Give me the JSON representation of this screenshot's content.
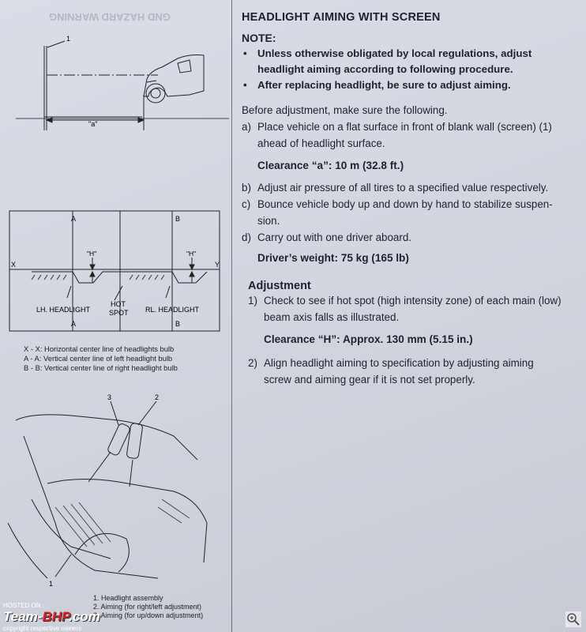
{
  "right": {
    "title": "HEADLIGHT AIMING WITH SCREEN",
    "note_heading": "NOTE:",
    "notes": [
      [
        "Unless otherwise obligated by local regulations, adjust",
        "headlight aiming according to following procedure."
      ],
      [
        "After replacing headlight, be sure to adjust aiming."
      ]
    ],
    "before": "Before adjustment, make sure the following.",
    "steps_a": {
      "label": "a)",
      "lines": [
        "Place vehicle on a flat surface in front of blank wall (screen) (1)",
        "ahead of headlight surface."
      ],
      "spec": "Clearance “a”: 10 m (32.8 ft.)"
    },
    "steps_bcd": [
      {
        "label": "b)",
        "lines": [
          "Adjust air pressure of all tires to a specified value respectively."
        ]
      },
      {
        "label": "c)",
        "lines": [
          "Bounce vehicle body up and down by hand to stabilize suspen-",
          "sion."
        ]
      },
      {
        "label": "d)",
        "lines": [
          "Carry out with one driver aboard."
        ]
      }
    ],
    "driver_spec": "Driver’s weight: 75 kg (165 lb)",
    "adjustment_heading": "Adjustment",
    "adj1": {
      "label": "1)",
      "lines": [
        "Check to see if hot spot (high intensity zone) of each main (low)",
        "beam axis falls as illustrated."
      ],
      "spec": "Clearance “H”: Approx. 130 mm (5.15 in.)"
    },
    "adj2": {
      "label": "2)",
      "lines": [
        "Align headlight aiming to specification by adjusting aiming",
        "screw and aiming gear if it is not set properly."
      ]
    }
  },
  "fig1": {
    "callout_1": "1",
    "dimension_a": "\"a\""
  },
  "fig2": {
    "A": "A",
    "B": "B",
    "H_left": "\"H\"",
    "H_right": "\"H\"",
    "X": "X",
    "Y": "Y",
    "lh": "LH. HEADLIGHT",
    "hot1": "HOT",
    "hot2": "SPOT",
    "rh": "RL. HEADLIGHT"
  },
  "legend": [
    "X - X: Horizontal center line of headlights bulb",
    "A - A: Vertical center line of left headlight bulb",
    "B - B: Vertical center line of right headlight bulb"
  ],
  "fig3": {
    "callout_3": "3",
    "callout_2": "2",
    "callout_1": "1",
    "captions": [
      "1. Headlight assembly",
      "2. Aiming (for right/left adjustment)",
      "3. Aiming (for up/down adjustment)"
    ]
  },
  "watermark": {
    "hosted": "HOSTED ON :",
    "brand_a": "Team-",
    "brand_b": "BHP",
    "brand_c": ".com",
    "copyright": "copyright respective owners"
  },
  "ghost_text": "GND HAZARD WARNING",
  "colors": {
    "page": "#d6dae3",
    "ink": "#1e2230",
    "brand_red": "#d8222a"
  }
}
